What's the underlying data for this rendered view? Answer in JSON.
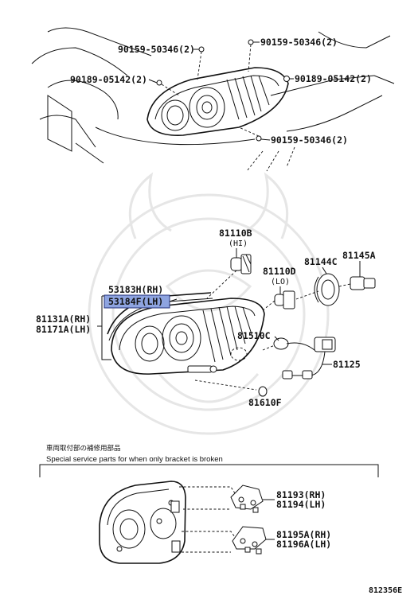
{
  "top_callouts": {
    "screw_tl": "90159-50346(2)",
    "screw_tr": "90159-50346(2)",
    "clip_l": "90189-05142(2)",
    "clip_r": "90189-05142(2)",
    "screw_b": "90159-50346(2)"
  },
  "parts": {
    "p81110b": "81110B",
    "p81110b_note": "(HI)",
    "p81110d": "81110D",
    "p81110d_note": "(LO)",
    "p81144c": "81144C",
    "p81145a": "81145A",
    "p53183h": "53183H(RH)",
    "p53184f": "53184F(LH)",
    "p81131a": "81131A(RH)",
    "p81171a": "81171A(LH)",
    "p81510c": "81510C",
    "p81125": "81125",
    "p81610f": "81610F"
  },
  "bracket_section": {
    "title_jp": "車両取付部の補修用部品",
    "title_en": "Special service parts for when only bracket is broken",
    "p81193": "81193(RH)",
    "p81194": "81194(LH)",
    "p81195a": "81195A(RH)",
    "p81196a": "81196A(LH)"
  },
  "diagram_id": "812356E",
  "highlight_color": "#8ea4e0"
}
